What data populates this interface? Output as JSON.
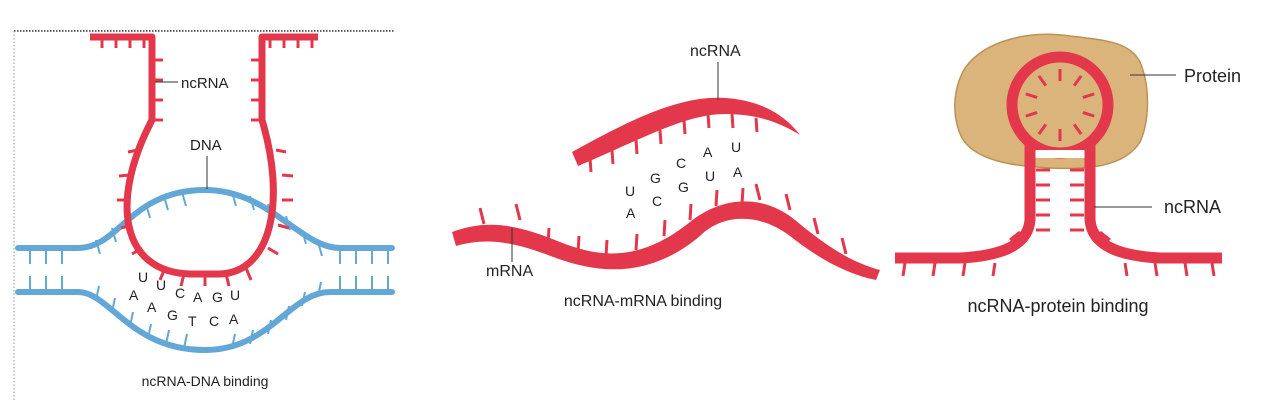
{
  "colors": {
    "rna": "#e3374b",
    "rna_dark": "#b81f33",
    "dna": "#62a7d6",
    "dna_dark": "#3d82b8",
    "protein": "#dab176",
    "protein_edge": "#b98c4d",
    "text": "#222222"
  },
  "panel_dna": {
    "ncrna_label": "ncRNA",
    "dna_label": "DNA",
    "rna_bases": [
      "U",
      "U",
      "C",
      "A",
      "G",
      "U"
    ],
    "dna_bases": [
      "A",
      "A",
      "G",
      "T",
      "C",
      "A"
    ],
    "caption": "ncRNA-DNA binding"
  },
  "panel_mrna": {
    "ncrna_label": "ncRNA",
    "mrna_label": "mRNA",
    "top_bases": [
      "U",
      "G",
      "C",
      "A",
      "U"
    ],
    "bottom_bases": [
      "A",
      "C",
      "G",
      "U",
      "A"
    ],
    "caption": "ncRNA-mRNA binding"
  },
  "panel_protein": {
    "protein_label": "Protein",
    "ncrna_label": "ncRNA",
    "caption": "ncRNA-protein binding"
  }
}
